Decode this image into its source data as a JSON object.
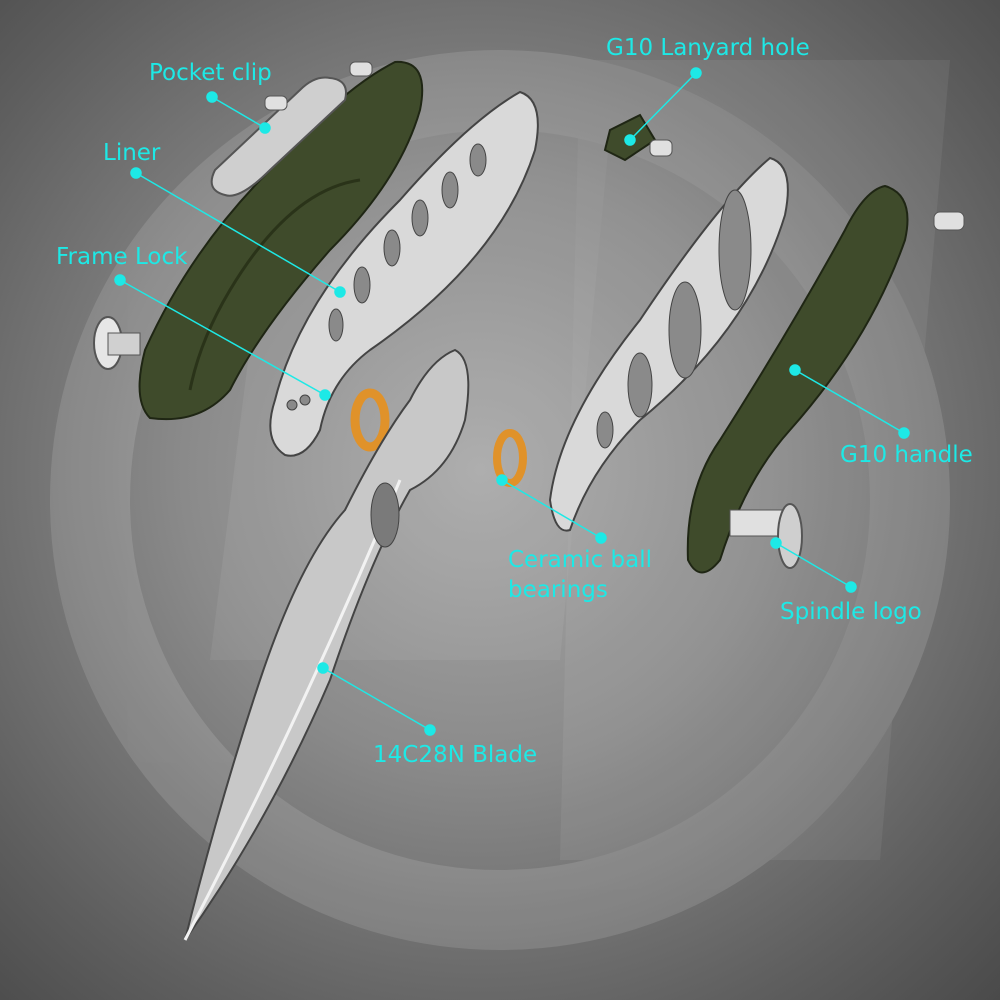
{
  "colors": {
    "label": "#1de9e6",
    "g10": "#3e4a2a",
    "steel": "#d8d8d8",
    "bearing": "#e0922a"
  },
  "labels": {
    "pocket_clip": "Pocket clip",
    "liner": "Liner",
    "frame_lock": "Frame Lock",
    "lanyard": "G10 Lanyard hole",
    "g10_handle": "G10 handle",
    "bearings_line1": "Ceramic ball",
    "bearings_line2": "bearings",
    "spindle": "Spindle logo",
    "blade": "14C28N Blade"
  }
}
